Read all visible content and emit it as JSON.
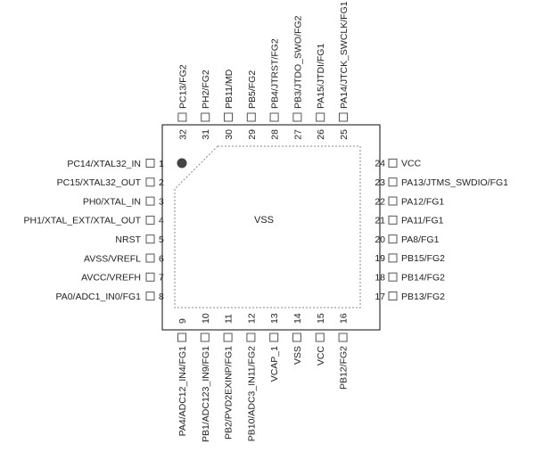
{
  "chip": {
    "center_label": "VSS",
    "colors": {
      "outline": "#333333",
      "pad": "#555555",
      "text": "#222222",
      "dot": "#444444",
      "dash": "#888888"
    }
  },
  "pins": {
    "left": [
      {
        "num": "1",
        "label": "PC14/XTAL32_IN"
      },
      {
        "num": "2",
        "label": "PC15/XTAL32_OUT"
      },
      {
        "num": "3",
        "label": "PH0/XTAL_IN"
      },
      {
        "num": "4",
        "label": "PH1/XTAL_EXT/XTAL_OUT"
      },
      {
        "num": "5",
        "label": "NRST"
      },
      {
        "num": "6",
        "label": "AVSS/VREFL"
      },
      {
        "num": "7",
        "label": "AVCC/VREFH"
      },
      {
        "num": "8",
        "label": "PA0/ADC1_IN0/FG1"
      }
    ],
    "bottom": [
      {
        "num": "9",
        "label": "PA4/ADC12_IN4/FG1"
      },
      {
        "num": "10",
        "label": "PB1/ADC123_IN9/FG1"
      },
      {
        "num": "11",
        "label": "PB2/PVD2EXINP/FG1"
      },
      {
        "num": "12",
        "label": "PB10/ADC3_IN11/FG2"
      },
      {
        "num": "13",
        "label": "VCAP_1"
      },
      {
        "num": "14",
        "label": "VSS"
      },
      {
        "num": "15",
        "label": "VCC"
      },
      {
        "num": "16",
        "label": "PB12/FG2"
      }
    ],
    "right": [
      {
        "num": "17",
        "label": "PB13/FG2"
      },
      {
        "num": "18",
        "label": "PB14/FG2"
      },
      {
        "num": "19",
        "label": "PB15/FG2"
      },
      {
        "num": "20",
        "label": "PA8/FG1"
      },
      {
        "num": "21",
        "label": "PA11/FG1"
      },
      {
        "num": "22",
        "label": "PA12/FG1"
      },
      {
        "num": "23",
        "label": "PA13/JTMS_SWDIO/FG1"
      },
      {
        "num": "24",
        "label": "VCC"
      }
    ],
    "top": [
      {
        "num": "25",
        "label": "PA14/JTCK_SWCLK/FG1"
      },
      {
        "num": "26",
        "label": "PA15/JTDI/FG1"
      },
      {
        "num": "27",
        "label": "PB3/JTDO_SWO/FG2"
      },
      {
        "num": "28",
        "label": "PB4/JTRST/FG2"
      },
      {
        "num": "29",
        "label": "PB5/FG2"
      },
      {
        "num": "30",
        "label": "PB11/MD"
      },
      {
        "num": "31",
        "label": "PH2/FG2"
      },
      {
        "num": "32",
        "label": "PC13/FG2"
      }
    ]
  }
}
